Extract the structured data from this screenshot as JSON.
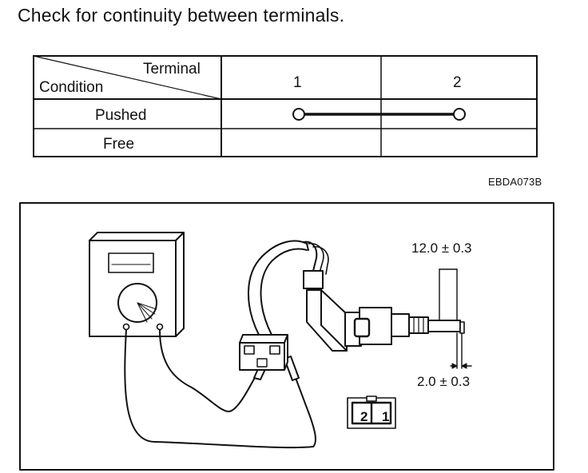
{
  "heading": "Check for continuity between terminals.",
  "table": {
    "header_terminal": "Terminal",
    "header_condition": "Condition",
    "terminals": [
      "1",
      "2"
    ],
    "rows": [
      {
        "condition": "Pushed",
        "continuity": true
      },
      {
        "condition": "Free",
        "continuity": false
      }
    ]
  },
  "figure_code": "EBDA073B",
  "diagram": {
    "dimension_top": "12.0 ± 0.3",
    "dimension_bottom": "2.0 ± 0.3",
    "connector_pins": [
      "2",
      "1"
    ]
  }
}
